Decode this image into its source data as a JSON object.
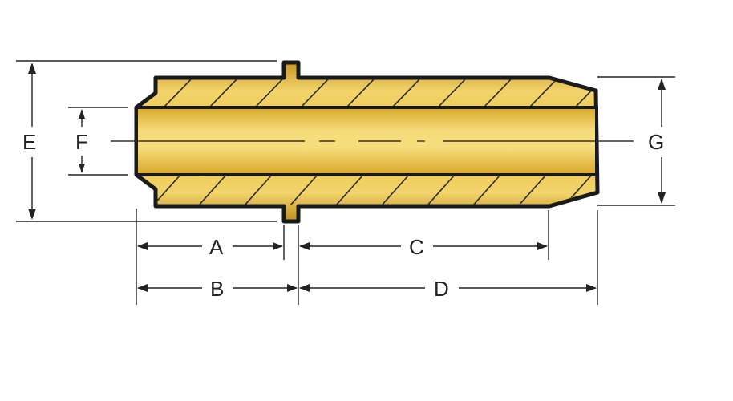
{
  "diagram": {
    "labels": {
      "A": "A",
      "B": "B",
      "C": "C",
      "D": "D",
      "E": "E",
      "F": "F",
      "G": "G"
    },
    "colors": {
      "brass_light": "#f3d36a",
      "brass_mid": "#dcae2c",
      "brass_dark": "#b9861a",
      "outline": "#1a1a1a",
      "dimension": "#222222"
    }
  }
}
